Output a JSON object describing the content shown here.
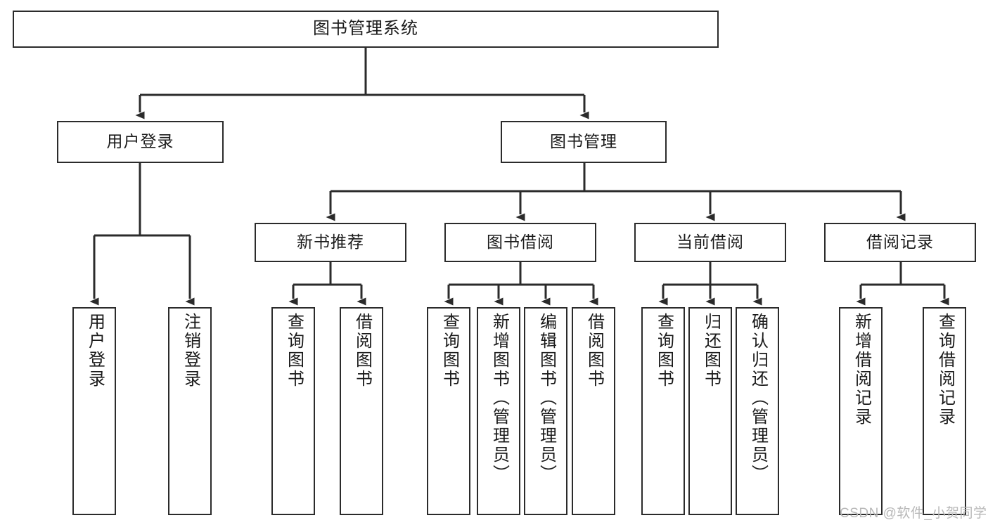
{
  "diagram": {
    "title": "图书管理系统",
    "type": "tree-hierarchy-chart",
    "orientation": "top-down",
    "colors": {
      "box_border": "#2b2b2b",
      "box_fill": "#ffffff",
      "edge": "#2b2b2b",
      "text": "#1a1a1a",
      "watermark": "#b8b8b8",
      "background": "#ffffff"
    }
  },
  "nodes": {
    "root": {
      "label": "图书管理系统"
    },
    "level2": [
      {
        "id": "user-login",
        "label": "用户登录"
      },
      {
        "id": "book-management",
        "label": "图书管理"
      }
    ],
    "level3": [
      {
        "id": "new-book-recommend",
        "label": "新书推荐"
      },
      {
        "id": "book-borrow",
        "label": "图书借阅"
      },
      {
        "id": "current-borrow",
        "label": "当前借阅"
      },
      {
        "id": "borrow-record",
        "label": "借阅记录"
      }
    ],
    "leaves": {
      "user_login": [
        {
          "id": "leaf-user-login",
          "label": "用户登录"
        },
        {
          "id": "leaf-logout",
          "label": "注销登录"
        }
      ],
      "new_book_recommend": [
        {
          "id": "leaf-query-book-1",
          "label": "查询图书"
        },
        {
          "id": "leaf-borrow-book-1",
          "label": "借阅图书"
        }
      ],
      "book_borrow": [
        {
          "id": "leaf-query-book-2",
          "label": "查询图书"
        },
        {
          "id": "leaf-add-book",
          "label": "新增图书（管理员）"
        },
        {
          "id": "leaf-edit-book",
          "label": "编辑图书（管理员）"
        },
        {
          "id": "leaf-borrow-book-2",
          "label": "借阅图书"
        }
      ],
      "current_borrow": [
        {
          "id": "leaf-query-book-3",
          "label": "查询图书"
        },
        {
          "id": "leaf-return-book",
          "label": "归还图书"
        },
        {
          "id": "leaf-confirm-return",
          "label": "确认归还（管理员）"
        }
      ],
      "borrow_record": [
        {
          "id": "leaf-add-record",
          "label": "新增借阅记录"
        },
        {
          "id": "leaf-query-record",
          "label": "查询借阅记录"
        }
      ]
    }
  },
  "watermark": {
    "text": "CSDN @软件_小贺同学"
  }
}
